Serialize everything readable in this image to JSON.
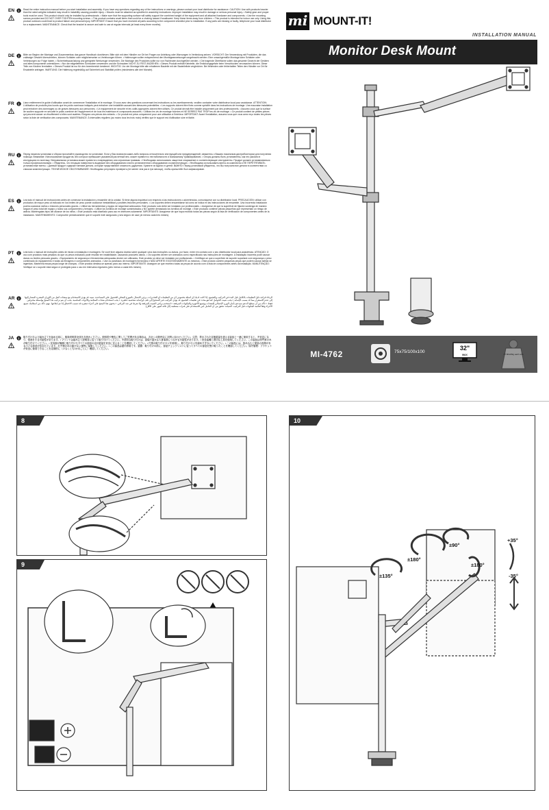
{
  "brand": {
    "logo_text": "mi",
    "name": "MOUNT-IT!",
    "manual_label": "INSTALLATION MANUAL",
    "product_title": "Monitor Desk Mount"
  },
  "languages": [
    {
      "code": "EN",
      "text": "Read the entire instruction manual before you start installation and assembly. If you have any questions regarding any of the instructions or warnings, please contact your local distributor for assistance. CAUTION: Use with products heavier than the rated weights indicated may result in instability causing possible injury. • Mounts must be attached as specified in assembly instructions. Improper installation may result in damage or serious personal injury. • Safety gear and proper tools must be used. This product should only be installed by professionals. • Make sure that the supporting surface will safely support the combined weight of the equipment and all attached hardware and components. • Use the mounting screws provided and DO NOT OVER TIGHTEN mounting screws. • This product contains small items that could be a choking hazard if swallowed. Keep these items away from children. • This product is intended for indoor use only. Using this product outdoors could lead to product failure and personal injury. IMPORTANT: Ensure that you have received all parts according to the component checklist prior to installation. If any parts are missing or faulty, telephone your local distributor for a replacement. MAINTENANCE: Check that the bracket is secure and safe to use at regular intervals (at least every three months)."
    },
    {
      "code": "DE",
      "text": "Bitte vor Beginn der Montage und Zusammenbau das ganze Handbuch durchlesen. Bitte sich mit dem Händler vor Ort bei Fragen zur Anleitung oder Warnungen in Verbindung setzen. VORSICHT: Der Verwendung mit Produkten, die das zulässige Gewicht überschreiten, können Schäden oder möglicherweise zu Verletzungen führen. • Halterungen sollen entsprechend den Montageanweisungen angebracht werden. Eine unsachgemäße Montage kann Schäden oder Verletzungen zur Folge haben. • Sicherheitsausrüstung und geeignete Werkzeuge verwenden. Die Montage des Produktes sollte nur von Fachleuten durchgeführt werden. • Die tragende Oberfläche sollen das gesamte Gewicht der Geräten und alles komponente unterstützen. • Nur die mitgelieferten Schrauben verwenden und die Schrauben NICHT ZU FEST ANZIEHEN. • Dieses Produkt enthält Kleinteile, die Erstickungsgefahr beim Verschlucken verursachen können. Diese Teile von Kindern fernhalten. • Dieses Produkt ist nur für den Innenbereich bestimmt. WICHTIG: Vor der Montage bitte alle erhaltenen Bauteile mit der Bauteileliste vergleichen. Bei fehlenden oder fehlerhaften Teilen den Händler vor Ort für Ersatzteile anfragen. WARTUNG: Die Halterung regelmäßig auf Sicherheit und Stabilität prüfen (mindestens alle drei Monate)."
    },
    {
      "code": "FR",
      "text": "Lisez entièrement le guide d'utilisation avant de commencer l'installation et le montage. Si vous avez des questions concernant les instructions ou les avertissements, veuillez contacter votre distributeur local pour assistance. ATTENTION: L'utilisation de produits plus lourds que les poids nominaux indiqués peut entraîner une instabilité causant des blessures potentielles. • Les supports doivent être fixés comme spécifié dans les instructions de montage. Une mauvaise installation peut entraîner des dommages ou de graves blessures aux personnes. • Un équipement de sécurité et les outils appropriés doivent être utilisés. Ce produit devrait être installé uniquement par des professionnels. • Assurez-vous que la surface de soutien supporte en sécurité le poids combiné de l'équipement et de tous les matériaux et composants associés. • Utilisez les vis de montage fournies et NE SERREZ PAS TROP les vis de montage. • Ce produit contient de petites pièces qui peuvent causer un étouffement si elles sont avalées. Éloignez ces pièces des enfants. • Ce produit est prévu uniquement pour une utilisation à l'intérieur. IMPORTANT: Avant l'installation, assurez-vous que vous avez reçu toutes les pièces selon la liste de vérification des composants. MAINTENANCE: À intervalles réguliers (au moins tous les trois mois) vérifiez que le support est d'utilisation sûre et fiable."
    },
    {
      "code": "RU",
      "text": "Перед началом установки и сборки прочитайте руководство по установке. Если у Вас возникли какие-либо вопросы относительно инструкций или предупреждений, свяжитесь с Вашим локальным дистрибьютором для получения помощи. Внимание: Использование продуктов, вес которых превышает указанный расчетный вес, может привести к нестабильности и возможному травмированию. • Опоры должны быть установлены, как это указано в инструкциях по монтажу. Неправильная установка может привести к повреждению или серьезным травмам. • Необходимо использовать защитное снаряжение и соответствующие инструменты. Продукт должен устанавливаться только профессионалами. • Убедитесь, что несущая поверхность выдержит вес оборудования и всего установленного оборудования и комплектующих. • Необходимо использовать винты из комплекта и НЕ ПЕРЕТЯГИВАТЬ установочные винты. • Данный продукт содержит мелкие детали, которые представляют опасность удушения. Храните их вдали от детей. ВАЖНО: Перед установкой убедитесь, что Вы получили все детали в соответствии со списком комплектующих. ТЕХНИЧЕСКОЕ ОБСЛУЖИВАНИЕ: Необходимо регулярно проверять (не менее чем раз в три месяца), чтобы кронштейн был зафиксирован."
    },
    {
      "code": "ES",
      "text": "Lea todo el manual de instrucciones antes de comenzar la instalación y ensamble de la unidad. Si tiene alguna inquietud con respecto a las instrucciones o advertencias, comuníquese con su distribuidor local. PRECAUCIÓN: utilizar con productos de mayor peso al indicado en los límites de peso puede ocasionar inestabilidad y posibles lesiones personales. • Los soportes deben ensamblarse tal como se indica en las instrucciones de ensamble. Una incorrecta instalación podría ocasionar daños o lesiones personales graves. • Utilice las herramientas y equipo de seguridad adecuados. Este producto solo debe ser instalado por profesionales. • Asegúrese de que la superficie de fijación sostenga de manera segura el peso total del equipo y todos sus componentes y herrajes. • Utilice los tornillos de montaje suministrados y NO apriete demasiado los tornillos de montaje. • Este producto contiene piezas pequeñas que representan un riesgo de asfixia. Manténgalas lejos del alcance de los niños. • Este producto está diseñado para uso en interiores solamente. IMPORTANTE: Asegúrese de que haya recibido todas las piezas según la lista de verificación de componentes antes de la instalación. MANTENIMIENTO: Compruebe periódicamente que el soporte esté asegurado y sea seguro de usar (al menos cada tres meses)."
    },
    {
      "code": "PT",
      "text": "Leia todo o manual de instruções antes de iniciar a instalação e montagem. Se você tiver alguma dúvida sobre qualquer uma das instruções ou avisos, por favor, entre em contato com o seu distribuidor local para assistência. ATENÇÃO: O uso com produtos mais pesados do que os pesos indicados pode resultar em instabilidade, causando possíveis danos. • Os suportes devem ser anexados como especificado nas instruções de montagem. A instalação incorreta pode causar danos ou lesões pessoais graves. • Equipamento de segurança e ferramentas adequadas devem ser utilizados. Este produto só deve ser instalado por profissionais. • Certifique-se que a superfície de suporte suportará com segurança o peso combinado do equipamento e todas as ferragens e componentes anexados. • Use os parafusos de montagem fornecidos e NÃO APERTE EXCESSIVAMENTE os mesmos. • Este produto contém pequenas peças que podem causar asfixia se ingeridas. Mantenha essas peças longe de crianças. • Este produto destina-se apenas para uso interno. IMPORTANTE: Assegure-se que recebeu todas as peças de acordo com a lista de componentes antes da instalação. MANUTENÇÃO: Verifique se o suporte está seguro e protegido para o uso em intervalos regulares (pelo menos a cada três meses)."
    },
    {
      "code": "AR",
      "text": "الرجاء قراءة دليل التعليمات بالكامل قبل البدء في التركيب والتجميع. إذا كانت لديك أي أسئلة بخصوص أي من التعليمات أو التحذيرات، يرجى الاتصال بالموزع المحلي للحصول على المساعدة. تنبيه: قد يؤدي الاستخدام مع منتجات أثقل من الأوزان المقدرة المشار إليها إلى عدم الاستقرار مما قد يسبب الإصابة. • يجب تثبيت الحوامل كما هو محدد في تعليمات التجميع. قد يؤدي التركيب غير الصحيح إلى تلف أو إصابة شخصية خطيرة. • يجب استخدام معدات السلامة والأدوات المناسبة. يجب أن يتم تركيب هذا المنتج بواسطة محترفين فقط. • تأكد من أن سطح الدعم سيدعم بأمان الوزن الإجمالي للمعدات وجميع الأجهزة والمكونات المرفقة. • استخدم براغي التثبيت المرفقة ولا تفرط في شد البراغي. • يحتوي هذا المنتج على أجزاء صغيرة قد تسبب الاختناق إذا تم ابتلاعها. مهم: تأكد من استلامك جميع الأجزاء وفقاً لقائمة المكونات قبل التركيب. الصيانة: تحقق من أن الحامل آمن للاستخدام على فترات منتظمة (كل ثلاثة أشهر على الأقل)."
    },
    {
      "code": "JA",
      "text": "取り付けおよび組み立てを始める前に、取扱説明書全体をお読みください。説明書や警告に関してご質問がある場合は、お近くの販売店にお問い合わせください。注意：表示された定格重量を超える製品と一緒に使用すると、不安定になり、怪我をする可能性があります。• マウントは組み立て説明書に従って取り付けてください。不適切な取り付けは、損傷や重大な人身事故につながる可能性があります。• 安全装備と適切な工具を使用してください。この製品は専門家のみが取り付けてください。• 支持面が機器と取り付けたすべての部品の合計重量を安全に支えることを確認してください。• 付属の取り付けネジを使用し、取り付けネジを締めすぎないでください。• この製品には、飲み込むと窒息の危険がある小さな部品が含まれています。お子様の手の届かない場所に保管してください。• この製品は屋内専用です。重要：取り付けの前に、部品チェックリストに従ってすべての部品を受け取ったことを確認してください。保守管理：ブラケットが安全に使用できることを定期的に（少なくとも3か月ごとに）確認してください。"
    }
  ],
  "specs": {
    "model": "MI-4762",
    "vesa": "75x75/100x100",
    "max_size": "32\"",
    "max_label": "MAX",
    "weight": "17.6lbs/8kg each arm"
  },
  "steps": [
    {
      "number": "8"
    },
    {
      "number": "9"
    },
    {
      "number": "10"
    }
  ],
  "rotations": {
    "swivel_135": "±135°",
    "swivel_180": "±180°",
    "swivel_90": "±90°",
    "rotate_180": "±180°",
    "tilt_up": "+35°",
    "tilt_down": "-35°"
  },
  "colors": {
    "dark_bar": "#222222",
    "spec_bar": "#555555",
    "panel_border": "#333333",
    "text": "#111111"
  }
}
